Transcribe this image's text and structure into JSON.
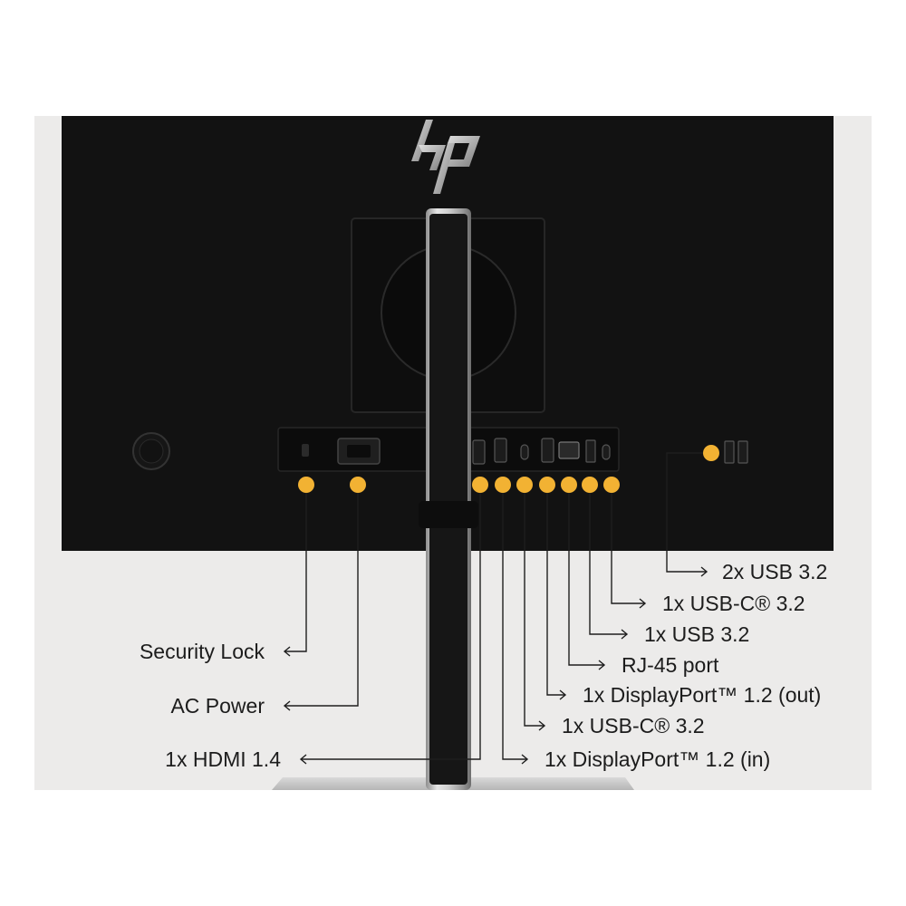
{
  "brand": {
    "logo_text": "hp"
  },
  "colors": {
    "background": "#ffffff",
    "backdrop_panel": "#ecebea",
    "monitor_body": "#121212",
    "marker": "#f2b233",
    "leader_line": "#1e1e1e",
    "stand": "#bfbfbf"
  },
  "callouts": [
    {
      "id": "security-lock",
      "side": "left",
      "label": "Security Lock"
    },
    {
      "id": "ac-power",
      "side": "left",
      "label": "AC Power"
    },
    {
      "id": "hdmi",
      "side": "left",
      "label": "1x HDMI 1.4"
    },
    {
      "id": "displayport-in",
      "side": "right",
      "label": "1x DisplayPort™ 1.2 (in)"
    },
    {
      "id": "usb-c-1",
      "side": "right",
      "label": "1x USB-C® 3.2"
    },
    {
      "id": "displayport-out",
      "side": "right",
      "label": "1x DisplayPort™ 1.2 (out)"
    },
    {
      "id": "rj45",
      "side": "right",
      "label": "RJ-45 port"
    },
    {
      "id": "usb-a",
      "side": "right",
      "label": "1x USB 3.2"
    },
    {
      "id": "usb-c-2",
      "side": "right",
      "label": "1x USB-C® 3.2"
    },
    {
      "id": "usb-a-2x",
      "side": "right",
      "label": "2x USB 3.2"
    }
  ]
}
